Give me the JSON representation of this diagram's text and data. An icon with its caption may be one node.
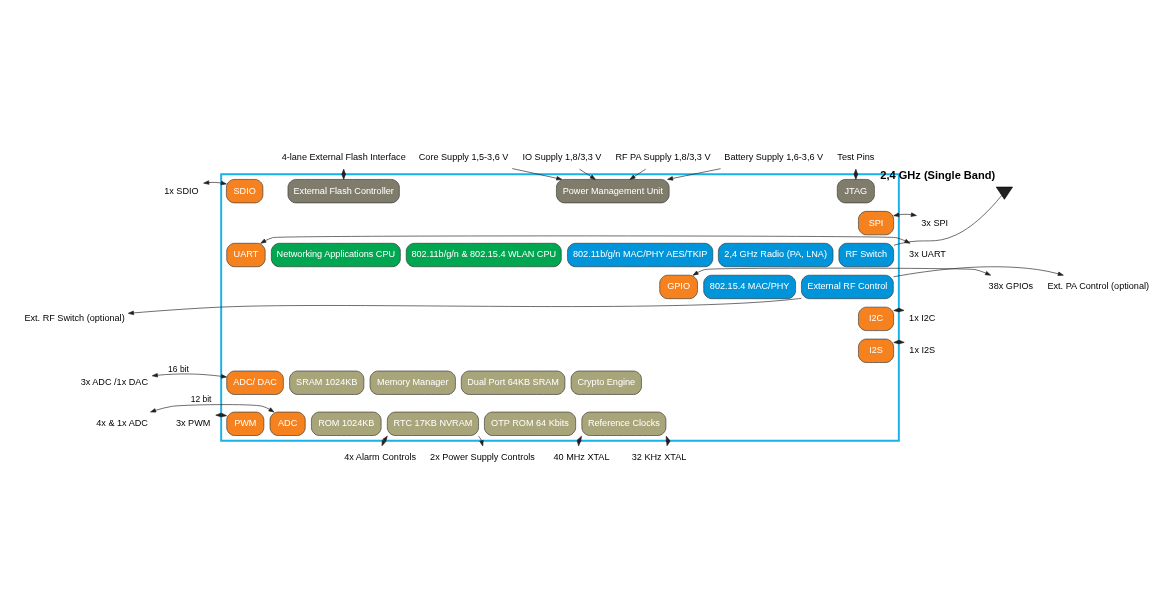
{
  "diagram": {
    "nodes": [
      {
        "text": [],
        "shape": "box"
      },
      {
        "text": [
          "SDIO"
        ],
        "in": 0
      },
      {
        "text": [
          "SPI"
        ],
        "in": 0
      },
      {
        "text": [
          "UART"
        ],
        "in": 0
      },
      {
        "text": [
          "GPIO"
        ],
        "in": 0
      },
      {
        "text": [
          "I2C"
        ],
        "in": 0
      },
      {
        "text": [
          "I2S"
        ],
        "in": 0
      },
      {
        "text": [
          "ADC/ DAC"
        ],
        "in": 0
      },
      {
        "text": [
          "ADC"
        ],
        "in": 0
      },
      {
        "text": [
          "PWM"
        ],
        "in": 0
      },
      {
        "text": [
          "External Flash Controller"
        ],
        "in": 0
      },
      {
        "text": [
          "Power Management Unit"
        ],
        "in": 0
      },
      {
        "text": [
          "JTAG"
        ],
        "in": 0
      },
      {
        "text": [
          "Networking Applications CPU"
        ],
        "in": 0
      },
      {
        "text": [
          "802.11b/g/n & 802.15.4 WLAN CPU"
        ],
        "in": 0
      },
      {
        "text": [
          "802.11b/g/n MAC/PHY AES/TKIP"
        ],
        "in": 0
      },
      {
        "text": [
          "802.15.4 MAC/PHY"
        ],
        "in": 0
      },
      {
        "text": [
          "2,4 GHz Radio (PA, LNA)"
        ],
        "in": 0
      },
      {
        "text": [
          "RF Switch"
        ],
        "in": 0
      },
      {
        "text": [
          "External RF Control"
        ],
        "in": 0
      },
      {
        "text": [
          "SRAM 1024KB"
        ],
        "in": 0
      },
      {
        "text": [
          "Memory Manager"
        ],
        "in": 0
      },
      {
        "text": [
          "Dual Port 64KB SRAM"
        ],
        "in": 0
      },
      {
        "text": [
          "Crypto Engine"
        ],
        "in": 0
      },
      {
        "text": [
          "ROM 1024KB"
        ],
        "in": 0
      },
      {
        "text": [
          "RTC 17KB NVRAM"
        ],
        "in": 0
      },
      {
        "text": [
          "OTP ROM 64 Kbits"
        ],
        "in": 0
      },
      {
        "text": [
          "Reference Clocks"
        ],
        "in": 0
      },
      {
        "text": [
          "1x SDIO"
        ]
      },
      {
        "text": [
          "3x SPI"
        ]
      },
      {
        "text": [
          "3x UART"
        ]
      },
      {
        "text": [
          "38x GPIOs"
        ]
      },
      {
        "text": [
          "1x I2C"
        ]
      },
      {
        "text": [
          "1x I2S"
        ]
      },
      {
        "text": [
          "3x ADC /1x DAC"
        ]
      },
      {
        "text": [
          "4x & 1x ADC"
        ]
      },
      {
        "text": [
          "3x PWM"
        ]
      },
      {
        "text": [
          "4-lane External Flash Interface"
        ]
      },
      {
        "text": [
          "Core Supply 1,5-3,6 V"
        ]
      },
      {
        "text": [
          "IO Supply 1,8/3,3 V"
        ]
      },
      {
        "text": [
          "RF PA Supply 1,8/3,3 V"
        ]
      },
      {
        "text": [
          "Battery Supply 1,6-3,6 V"
        ]
      },
      {
        "text": [
          "Test Pins"
        ]
      },
      {
        "text": [],
        "shape": "triangle",
        "beside": [
          "2,4 GHz (Single Band)"
        ]
      },
      {
        "text": [
          "Ext. PA Control (optional)"
        ]
      },
      {
        "text": [
          "Ext. RF Switch (optional)"
        ]
      },
      {
        "text": [
          "4x Alarm Controls"
        ]
      },
      {
        "text": [
          "2x Power Supply Controls"
        ]
      },
      {
        "text": [
          "40 MHz XTAL"
        ]
      },
      {
        "text": [
          "32 KHz XTAL"
        ]
      }
    ],
    "edges": [
      {
        "from": 28,
        "to": 1,
        "arrow": "both"
      },
      {
        "from": 29,
        "to": 2,
        "arrow": "both"
      },
      {
        "from": 30,
        "to": 3,
        "arrow": "both"
      },
      {
        "from": 31,
        "to": 4,
        "arrow": "both"
      },
      {
        "from": 32,
        "to": 5,
        "arrow": "both"
      },
      {
        "from": 33,
        "to": 6,
        "arrow": "both"
      },
      {
        "from": 34,
        "to": 7,
        "arrow": "both",
        "label": "16 bit"
      },
      {
        "from": 35,
        "to": 8,
        "arrow": "both",
        "label": "12 bit"
      },
      {
        "from": 36,
        "to": 9,
        "arrow": "both"
      },
      {
        "from": 37,
        "to": 10,
        "arrow": "both"
      },
      {
        "from": 38,
        "to": 11,
        "arrow": "to"
      },
      {
        "from": 39,
        "to": 11,
        "arrow": "to"
      },
      {
        "from": 40,
        "to": 11,
        "arrow": "to"
      },
      {
        "from": 41,
        "to": 11,
        "arrow": "to"
      },
      {
        "from": 42,
        "to": 12,
        "arrow": "both"
      },
      {
        "from": 18,
        "to": 43,
        "arrow": "none"
      },
      {
        "from": 19,
        "to": 44,
        "arrow": "to"
      },
      {
        "from": 19,
        "to": 45,
        "arrow": "to"
      },
      {
        "from": 25,
        "to": 46,
        "arrow": "both"
      },
      {
        "from": 25,
        "to": 47,
        "arrow": "to"
      },
      {
        "from": 27,
        "to": 48,
        "arrow": "both"
      },
      {
        "from": 27,
        "to": 49,
        "arrow": "both"
      }
    ]
  }
}
